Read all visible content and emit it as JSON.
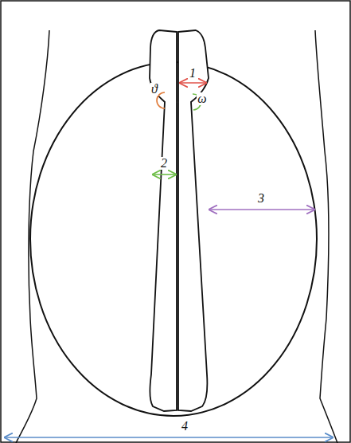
{
  "diagram": {
    "labels": [
      "1",
      "ϑ",
      "ω",
      "2",
      "3",
      "4"
    ]
  }
}
